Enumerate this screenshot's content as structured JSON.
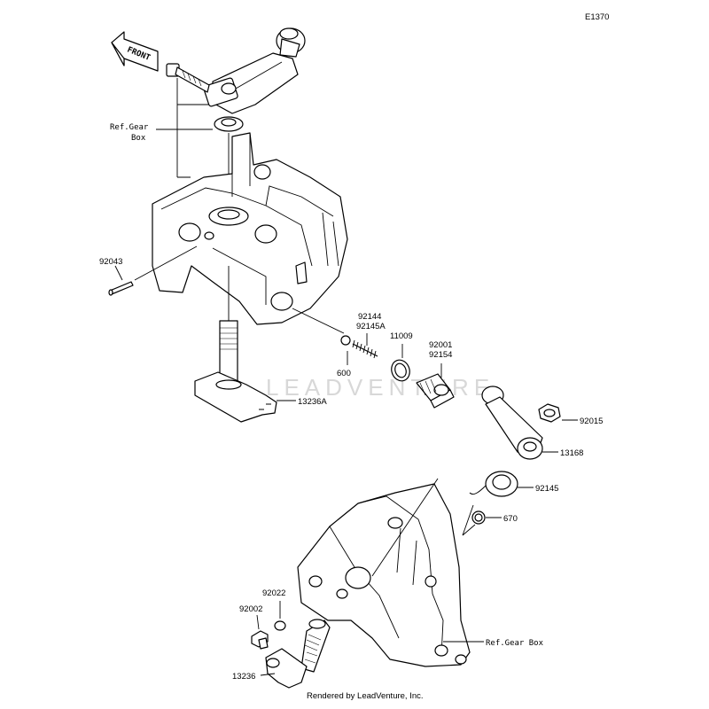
{
  "diagram_code": "E1370",
  "front_label": "FRONT",
  "watermark": "LEADVENTURE",
  "footer": "Rendered by LeadVenture, Inc.",
  "labels": {
    "ref_gear_box_top_1": "Ref.Gear",
    "ref_gear_box_top_2": "Box",
    "p92043": "92043",
    "p92144": "92144",
    "p92145A": "92145A",
    "p600": "600",
    "p11009": "11009",
    "p92001": "92001",
    "p92154": "92154",
    "p13236A": "13236A",
    "p92015": "92015",
    "p13168": "13168",
    "p92145": "92145",
    "p670": "670",
    "p92022": "92022",
    "p92002": "92002",
    "p13236": "13236",
    "ref_gear_box_bottom": "Ref.Gear Box"
  }
}
